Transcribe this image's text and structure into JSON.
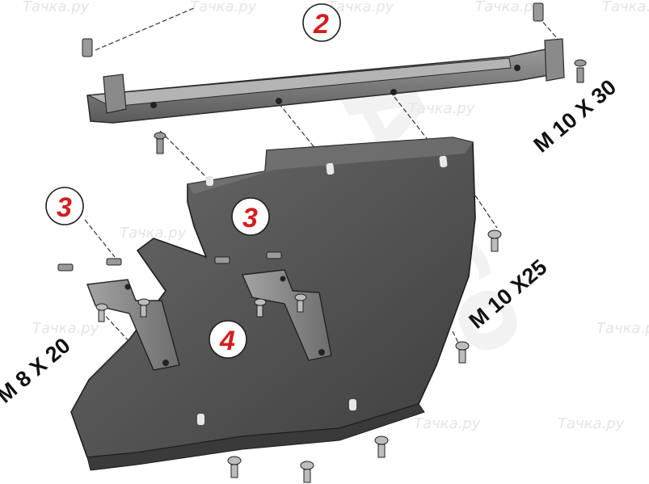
{
  "watermark": {
    "site_text": "Тачка.ру",
    "brand_text": "Aleco"
  },
  "callouts": {
    "c2": "2",
    "c3a": "3",
    "c3b": "3",
    "c4": "4"
  },
  "fasteners": {
    "m10x30": "M 10 X 30",
    "m10x25": "M 10 X25",
    "m8x20": "M 8 X 20"
  },
  "colors": {
    "part_fill": "#575757",
    "part_edge": "#2b2b2b",
    "bracket_fill": "#8a8a8a",
    "callout_text": "#d21f1f",
    "watermark": "#d0d0d0",
    "watermark_brand": "#c8461e"
  }
}
